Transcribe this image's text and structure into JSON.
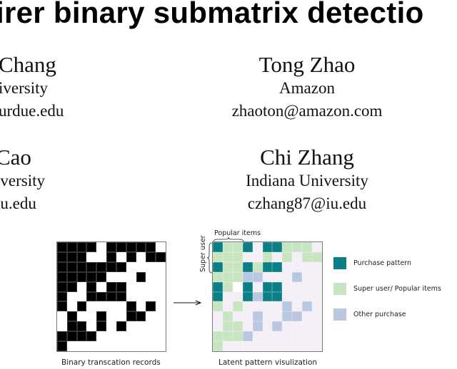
{
  "paper": {
    "title_fragment": "irer binary submatrix detectio",
    "authors": [
      {
        "name": "Chang",
        "affiliation": "iversity",
        "email": "urdue.edu"
      },
      {
        "name": "Tong Zhao",
        "affiliation": "Amazon",
        "email": "zhaoton@amazon.com"
      },
      {
        "name": "Cao",
        "affiliation": "iversity",
        "email": "iu.edu"
      },
      {
        "name": "Chi Zhang",
        "affiliation": "Indiana University",
        "email": "czhang87@iu.edu"
      }
    ]
  },
  "figure": {
    "left_caption": "Binary transcation records",
    "right_caption": "Latent pattern visulization",
    "top_label": "Popular items",
    "side_label": "Super user",
    "colors": {
      "black": "#000000",
      "white": "#ffffff",
      "teal": "#0a7f86",
      "green": "#c8e4c0",
      "blue": "#b9c8e0",
      "pink": "#f4eef6"
    },
    "legend": [
      {
        "label": "Purchase pattern",
        "color": "#0a7f86"
      },
      {
        "label": "Super user/ Popular items",
        "color": "#c8e4c0"
      },
      {
        "label": "Other purchase",
        "color": "#b9c8e0"
      }
    ],
    "binary_matrix": [
      "BBBBWBBBBBW",
      "BBBWWBWBWBB",
      "BBBBBBBWWWW",
      "BBBBBWWWBWW",
      "BBWBWBBWWWW",
      "BWWBBBBWWWW",
      "BWBWWWWBWBW",
      "WBWWBWWBBWW",
      "WBBWBWBWWWW",
      "BBBBWWWWWWW",
      "BWWWWWWWWWW"
    ],
    "latent_matrix": [
      "TGGTPTTGGGP",
      "GGGPPGPGPGG",
      "TGGTGTTPPPP",
      "GGGBBPPPBPP",
      "TGWTPTTPPPP",
      "TPPTBTTPPPP",
      "GPGPPPPBPBP",
      "PGPPBPPBBPP",
      "PGGPBPBPPPP",
      "GGGBPPPPPPP",
      "GPPPPPPPPPP"
    ]
  }
}
